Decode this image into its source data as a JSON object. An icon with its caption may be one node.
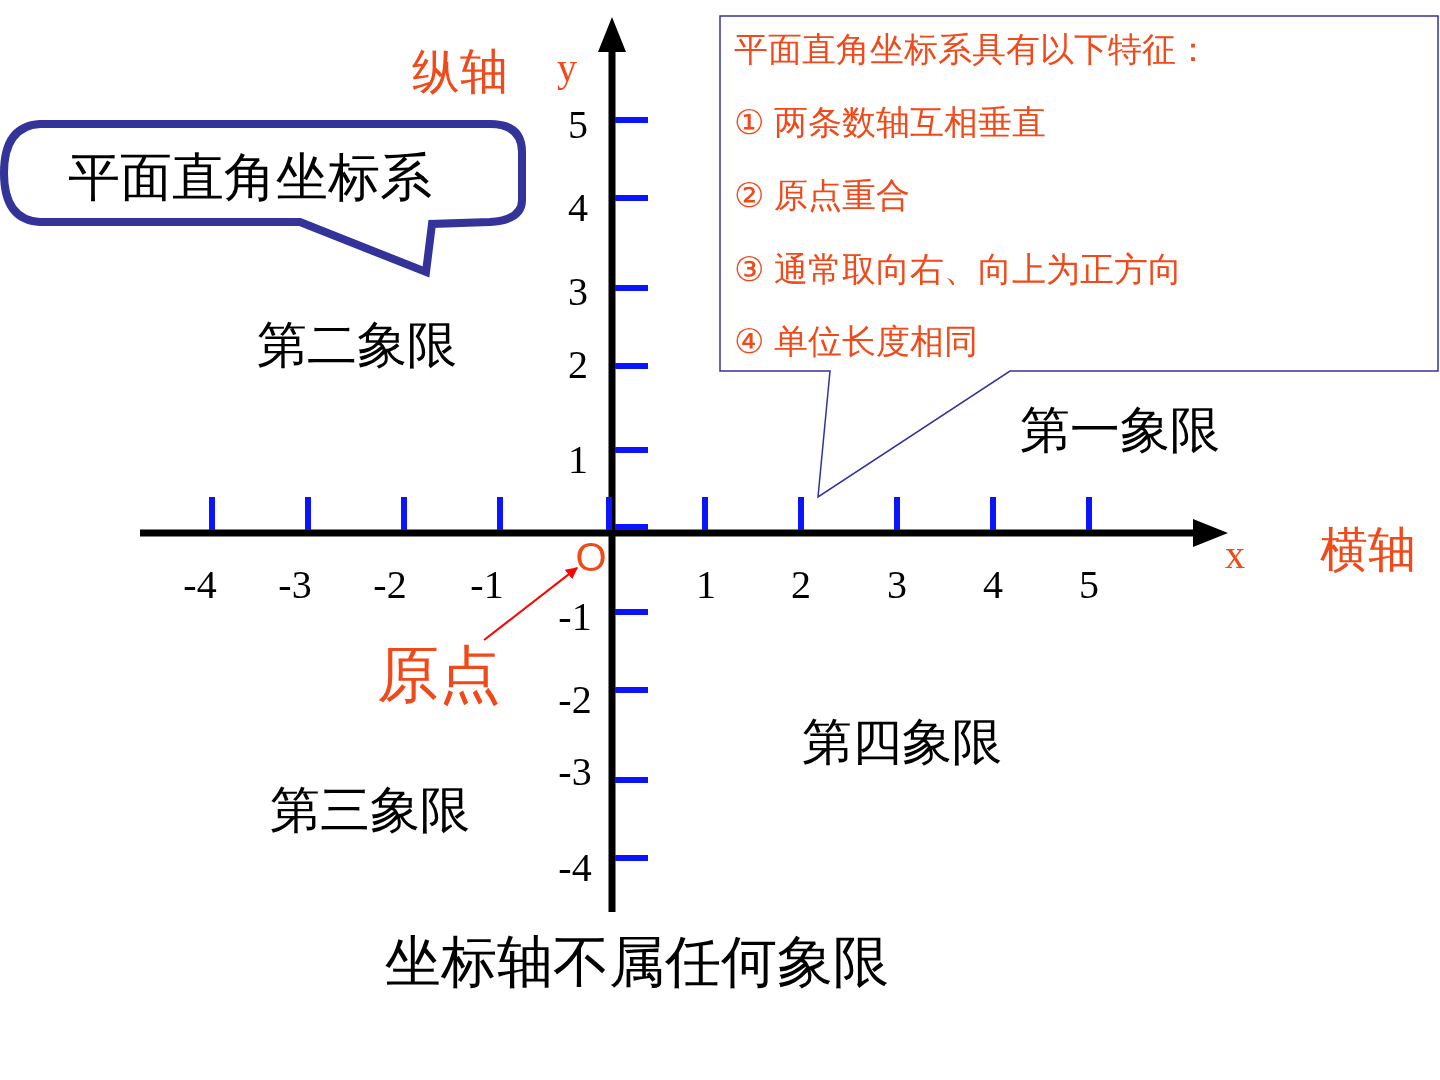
{
  "diagram": {
    "nodes": [
      {
        "text": [
          "平面直角坐标系"
        ]
      },
      {
        "text": [
          "平面直角坐标系具有以下特征：",
          "① 两条数轴互相垂直",
          "② 原点重合",
          "③ 通常取向右、向上为正方向",
          "④ 单位长度相同"
        ]
      },
      {
        "text": [
          "O"
        ]
      },
      {
        "text": [
          "原点"
        ]
      }
    ],
    "edges": [
      {
        "from": 3,
        "to": 2,
        "arrow": "to",
        "color": "#ff0000"
      }
    ],
    "labels": [
      "纵轴",
      "y",
      "5",
      "4",
      "3",
      "2",
      "第二象限",
      "第一象限",
      "1",
      "x",
      "横轴",
      "-4",
      "-3",
      "-2",
      "-1",
      "1",
      "2",
      "3",
      "4",
      "5",
      "-1",
      "-2",
      "第四象限",
      "-3",
      "第三象限",
      "-4",
      "坐标轴不属任何象限"
    ]
  }
}
